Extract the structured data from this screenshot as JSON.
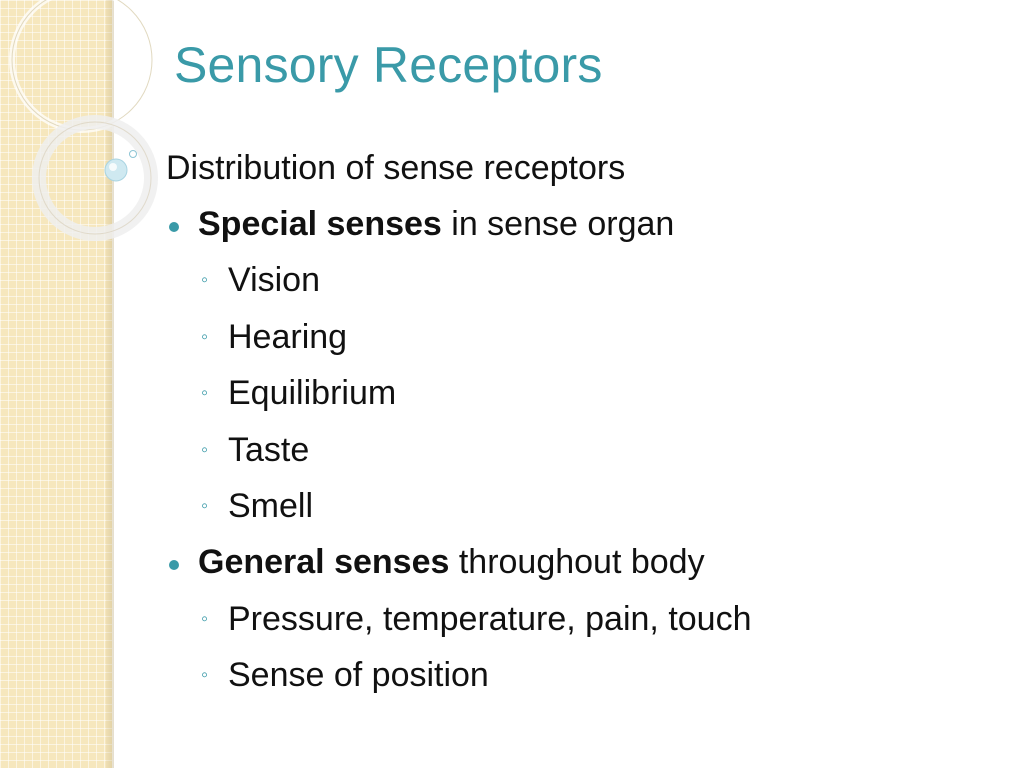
{
  "slide": {
    "title": "Sensory Receptors",
    "intro": "Distribution of sense receptors",
    "groups": [
      {
        "bold": "Special senses",
        "rest": " in sense organ",
        "items": [
          "Vision",
          "Hearing",
          "Equilibrium",
          "Taste",
          "Smell"
        ]
      },
      {
        "bold": "General senses",
        "rest": " throughout body",
        "items": [
          "Pressure, temperature, pain, touch",
          "Sense of position"
        ]
      }
    ],
    "bullet_symbol": "◦"
  },
  "colors": {
    "accent": "#3a9aa8",
    "text": "#111111",
    "strip": "#f6e7bd"
  }
}
